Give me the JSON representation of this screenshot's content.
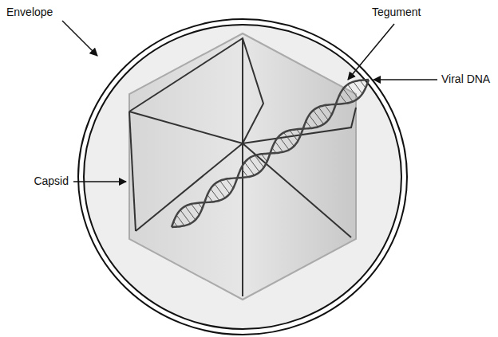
{
  "diagram": {
    "labels": [
      "Envelope",
      "Tegument",
      "Viral DNA",
      "Capsid"
    ]
  }
}
